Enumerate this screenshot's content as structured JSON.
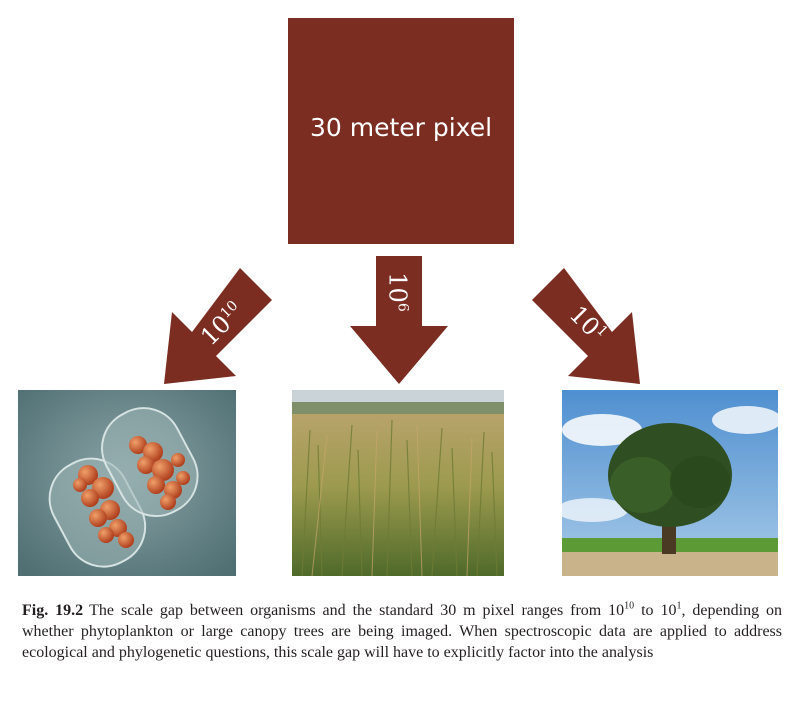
{
  "figure": {
    "pixel_box_label": "30 meter pixel",
    "arrows": [
      {
        "base": "10",
        "exp": "10"
      },
      {
        "base": "10",
        "exp": "6"
      },
      {
        "base": "10",
        "exp": "1"
      }
    ],
    "box_color": "#7b2d21"
  },
  "caption": {
    "label": "Fig. 19.2",
    "text_before": "The scale gap between organisms and the standard 30 m pixel ranges from 10",
    "sup1": "10",
    "text_mid": " to 10",
    "sup2": "1",
    "text_after": ", depending on whether phytoplankton or large canopy trees are being imaged. When spectroscopic data are applied to address ecological and phylogenetic questions, this scale gap will have to explicitly factor into the analysis"
  }
}
